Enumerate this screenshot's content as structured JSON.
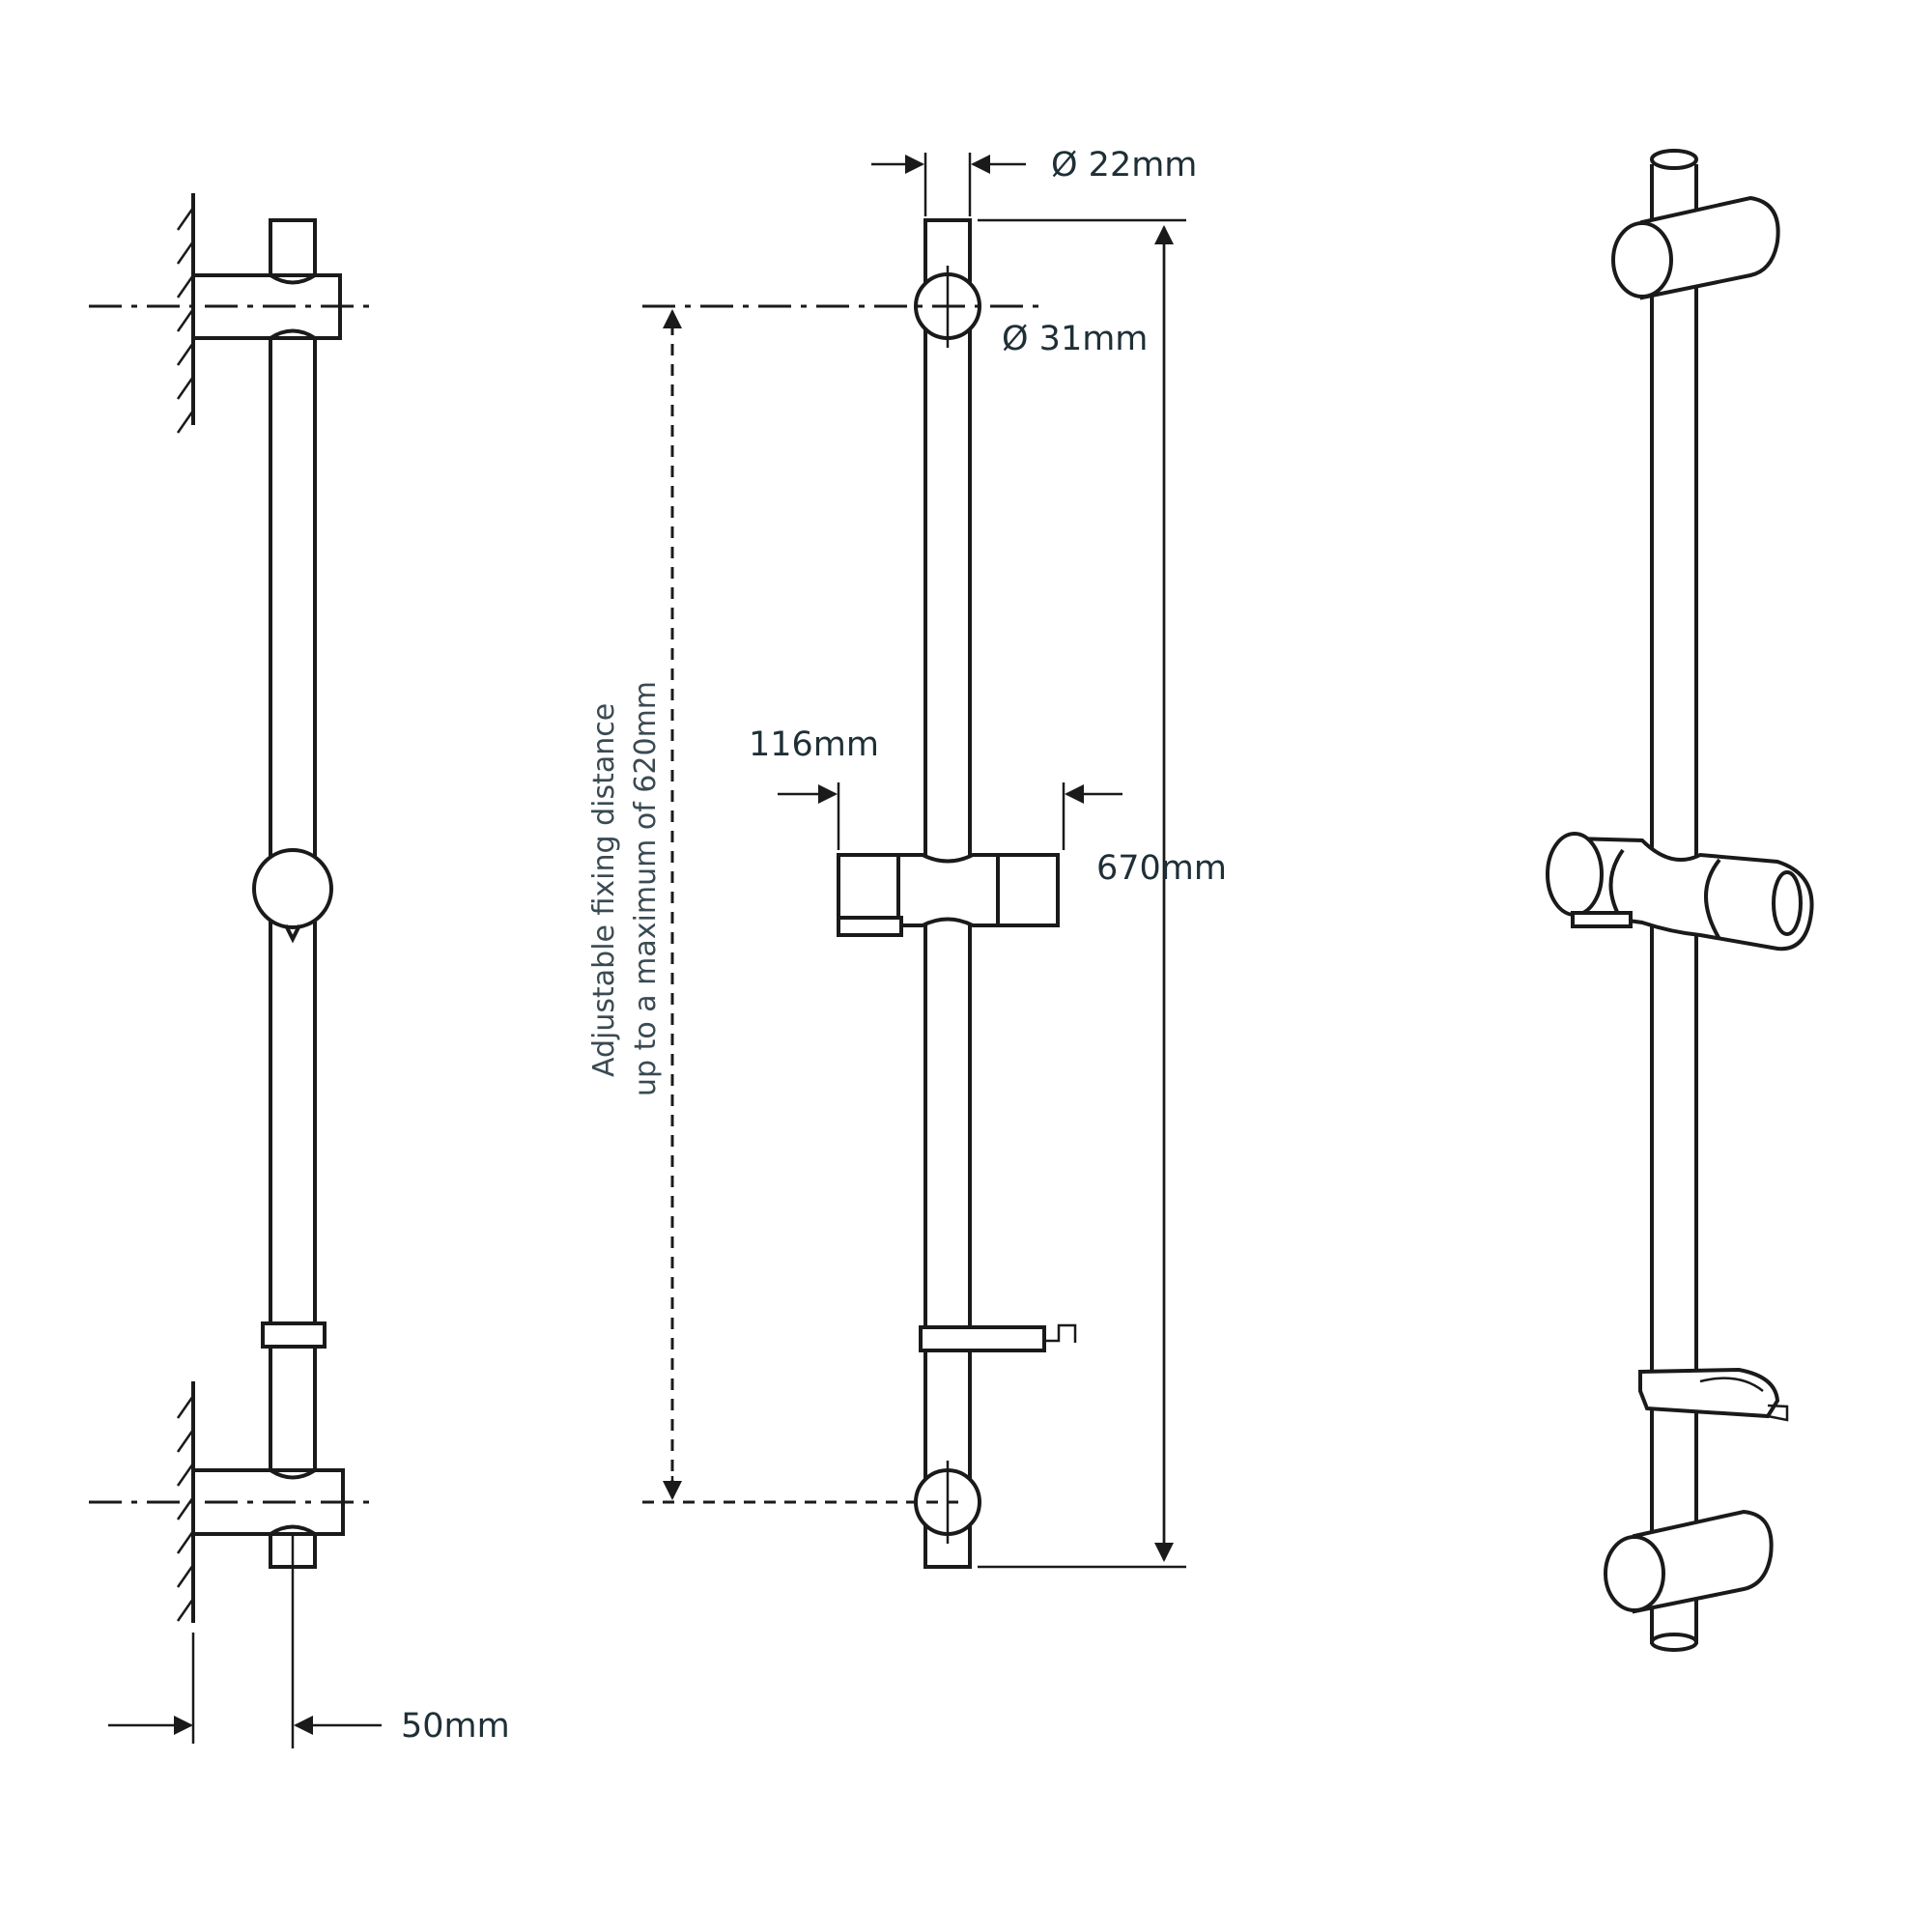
{
  "dimensions": {
    "pipe_diameter": "Ø 22mm",
    "bracket_diameter": "Ø 31mm",
    "overall_length": "670mm",
    "holder_width": "116mm",
    "wall_projection": "50mm",
    "fixing_distance_line1": "Adjustable fixing distance",
    "fixing_distance_line2": "up to a maximum of 620mm"
  },
  "colors": {
    "line": "#1a1a1a",
    "text": "#1f2f36",
    "background": "#ffffff"
  }
}
